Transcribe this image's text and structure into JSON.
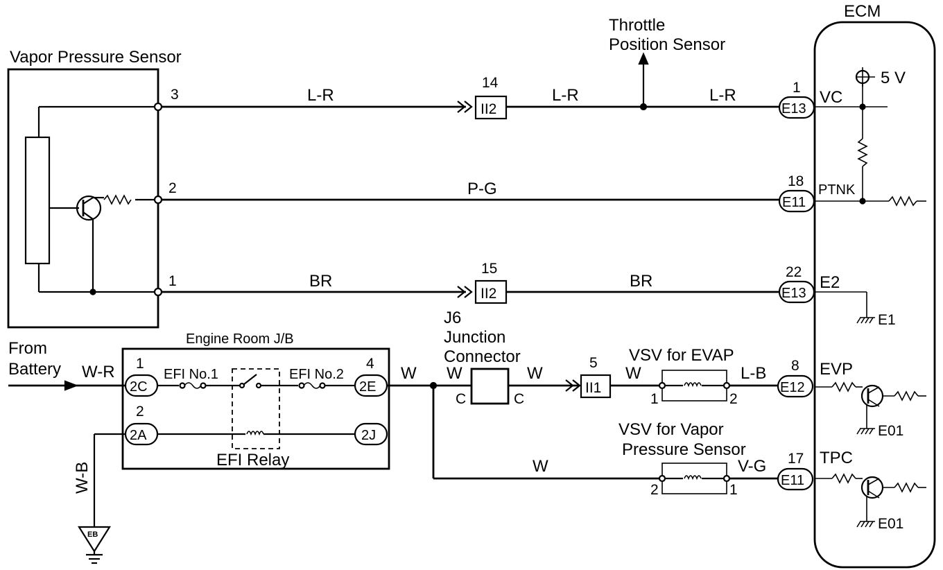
{
  "ecm": {
    "title": "ECM",
    "supply": "5 V",
    "terminals": [
      {
        "id": "vc",
        "pin": "1",
        "connector": "E13",
        "name": "VC"
      },
      {
        "id": "ptnk",
        "pin": "18",
        "connector": "E11",
        "name": "PTNK"
      },
      {
        "id": "e2",
        "pin": "22",
        "connector": "E13",
        "name": "E2"
      },
      {
        "id": "evp",
        "pin": "8",
        "connector": "E12",
        "name": "EVP"
      },
      {
        "id": "tpc",
        "pin": "17",
        "connector": "E11",
        "name": "TPC"
      }
    ],
    "grounds": {
      "e1": "E1",
      "e01_a": "E01",
      "e01_b": "E01"
    }
  },
  "vapor_sensor": {
    "title": "Vapor Pressure Sensor",
    "pins": [
      "3",
      "2",
      "1"
    ]
  },
  "throttle": {
    "line1": "Throttle",
    "line2": "Position Sensor"
  },
  "wires": {
    "vc_a": "L-R",
    "vc_b": "L-R",
    "vc_c": "L-R",
    "ptnk": "P-G",
    "e2_a": "BR",
    "e2_b": "BR",
    "battery": "W-R",
    "ground": "W-B",
    "jb_out": "W",
    "j6_in": "W",
    "j6_out": "W",
    "evap_in": "W",
    "evap_out": "L-B",
    "tpc_in": "W",
    "tpc_out": "V-G"
  },
  "connectors": {
    "ii2_top": {
      "pin": "14",
      "code": "II2"
    },
    "ii2_bottom": {
      "pin": "15",
      "code": "II2"
    },
    "ii1": {
      "pin": "5",
      "code": "II1"
    }
  },
  "battery": {
    "line1": "From",
    "line2": "Battery"
  },
  "junction_block": {
    "title": "Engine Room J/B",
    "fuse1": "EFI No.1",
    "fuse2": "EFI No.2",
    "relay": "EFI Relay",
    "pins": {
      "c2": "1",
      "a2": "2",
      "e2": "4"
    },
    "connectors": {
      "c2": "2C",
      "a2": "2A",
      "e2": "2E",
      "j2": "2J"
    }
  },
  "j6": {
    "line1": "J6",
    "line2": "Junction",
    "line3": "Connector",
    "pin_left": "C",
    "pin_right": "C"
  },
  "vsv_evap": {
    "title": "VSV for EVAP",
    "pin_left": "1",
    "pin_right": "2"
  },
  "vsv_vapor": {
    "line1": "VSV for Vapor",
    "line2": "Pressure Sensor",
    "pin_left": "2",
    "pin_right": "1"
  },
  "ground_symbol": "EB"
}
